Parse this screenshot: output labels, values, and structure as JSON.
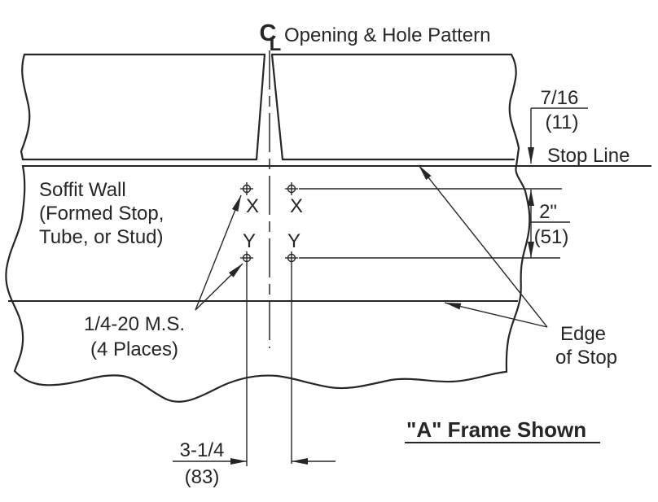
{
  "figure": {
    "type": "engineering-diagram",
    "colors": {
      "line": "#262626",
      "background": "#ffffff"
    },
    "labels": {
      "cl_top": "C",
      "cl_bottom": "L",
      "heading": "Opening & Hole Pattern",
      "soffit1": "Soffit Wall",
      "soffit2": "(Formed Stop,",
      "soffit3": "Tube, or Stud)",
      "hole_x_left": "X",
      "hole_x_right": "X",
      "hole_y_left": "Y",
      "hole_y_right": "Y",
      "stop_line": "Stop Line",
      "edge_of_stop_1": "Edge",
      "edge_of_stop_2": "of Stop",
      "fastener_1": "1/4-20 M.S.",
      "fastener_2": "(4 Places)",
      "frame_note": "\"A\" Frame Shown"
    },
    "dimensions": {
      "stop_offset_in": "7/16",
      "stop_offset_mm": "(11)",
      "vertical_spacing_in": "2\"",
      "vertical_spacing_mm": "(51)",
      "horizontal_spacing_in": "3-1/4",
      "horizontal_spacing_mm": "(83)"
    }
  }
}
